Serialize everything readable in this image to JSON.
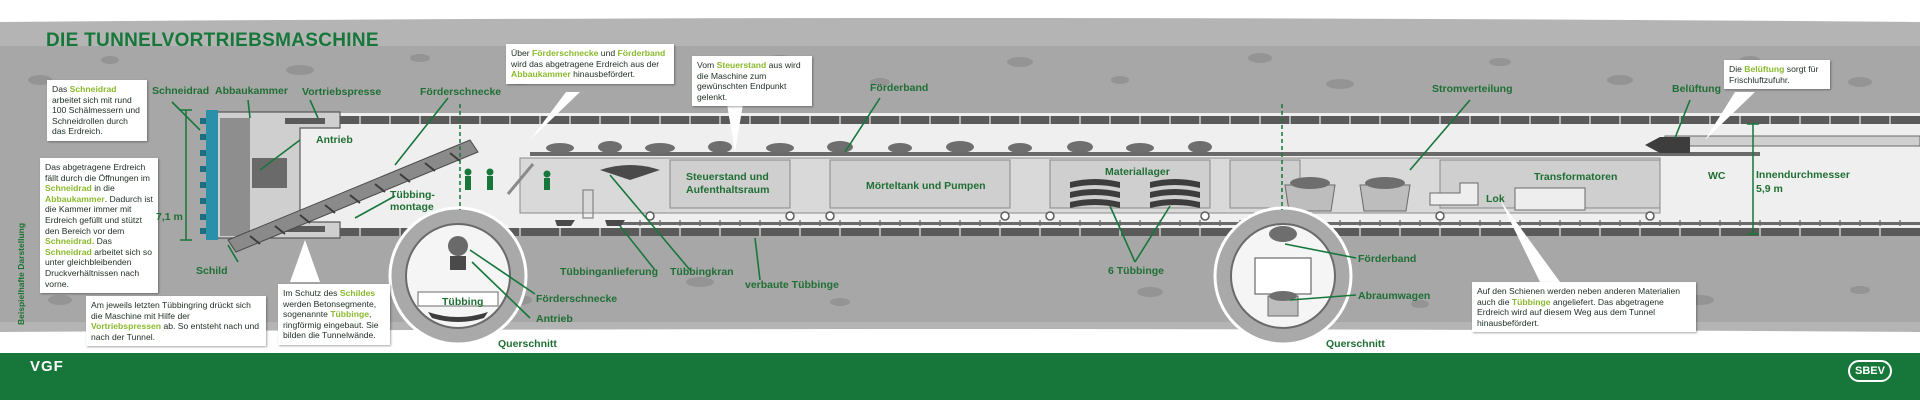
{
  "title": "DIE TUNNELVORTRIEBSMASCHINE",
  "vertical_note": "Beispielhafte Darstellung",
  "labels": {
    "schneidrad": "Schneidrad",
    "abbaukammer": "Abbaukammer",
    "vortriebspresse": "Vortriebspresse",
    "foerderschnecke_top": "Förderschnecke",
    "antrieb_top": "Antrieb",
    "tuebbingmontage_l1": "Tübbing-",
    "tuebbingmontage_l2": "montage",
    "hoehe": "7,1 m",
    "schild": "Schild",
    "foerderband_top": "Förderband",
    "stromverteilung": "Stromverteilung",
    "belueftung": "Belüftung",
    "innendurchmesser_l1": "Innendurchmesser",
    "innendurchmesser_l2": "5,9 m",
    "tuebbinganlieferung": "Tübbinganlieferung",
    "tuebbingkran": "Tübbingkran",
    "verbaute_tuebbinge": "verbaute Tübbinge",
    "sechs_tuebbinge": "6 Tübbinge",
    "tuebbing_cs": "Tübbing",
    "foerderschnecke_cs": "Förderschnecke",
    "antrieb_cs": "Antrieb",
    "querschnitt_left": "Querschnitt",
    "foerderband_cs": "Förderband",
    "abraumwagen": "Abraumwagen",
    "querschnitt_right": "Querschnitt"
  },
  "inner": {
    "steuerstand_l1": "Steuerstand und",
    "steuerstand_l2": "Aufenthaltsraum",
    "moerteltank": "Mörteltank und Pumpen",
    "materiallager": "Materiallager",
    "transformatoren": "Transformatoren",
    "lok": "Lok",
    "wc": "WC"
  },
  "boxes": {
    "schneidrad": [
      "Das ",
      "Schneidrad",
      " arbeitet sich mit rund 100 Schälmessern und Schneidrollen durch das Erdreich."
    ],
    "kammer": [
      "Das abgetragene Erdreich fällt durch die Öffnungen im ",
      "Schneidrad",
      " in die ",
      "Abbaukammer",
      ". Dadurch ist die Kammer immer mit Erdreich gefüllt und stützt den Bereich vor dem ",
      "Schneidrad",
      ". Das ",
      "Schneidrad",
      " arbeitet sich so unter gleichbleibenden Druckverhältnissen nach vorne."
    ],
    "vortrieb": [
      "Am jeweils letzten Tübbingring drückt sich die Maschine mit Hilfe der ",
      "Vortriebspressen",
      " ab. So entsteht nach und nach der Tunnel."
    ],
    "schild": [
      "Im Schutz des ",
      "Schildes",
      " werden Betonsegmente, sogenannte ",
      "Tübbinge",
      ", ringförmig eingebaut. Sie bilden die Tunnelwände."
    ],
    "foerder": [
      "Über ",
      "Förderschnecke",
      " und ",
      "Förderband",
      " wird das abgetragene Erdreich aus der ",
      "Abbaukammer",
      " hinausbefördert."
    ],
    "steuer": [
      "Vom ",
      "Steuerstand",
      " aus wird die Maschine zum gewünschten Endpunkt gelenkt."
    ],
    "belueftung": [
      "Die ",
      "Belüftung",
      " sorgt für Frischluftzufuhr."
    ],
    "schienen": [
      "Auf den Schienen werden neben anderen Materialien auch die ",
      "Tübbinge",
      " angeliefert. Das abgetragene Erdreich wird auf diesem Weg aus dem Tunnel hinausbefördert."
    ]
  },
  "footer": {
    "logo_left": "VGF",
    "logo_right": "SBEV"
  },
  "colors": {
    "brand_green": "#17773b",
    "accent_lime": "#8ab92d",
    "cutter_teal": "#2a8fa8",
    "rock_gray": "#9b9b9b",
    "machine_gray": "#d7d7d7"
  }
}
